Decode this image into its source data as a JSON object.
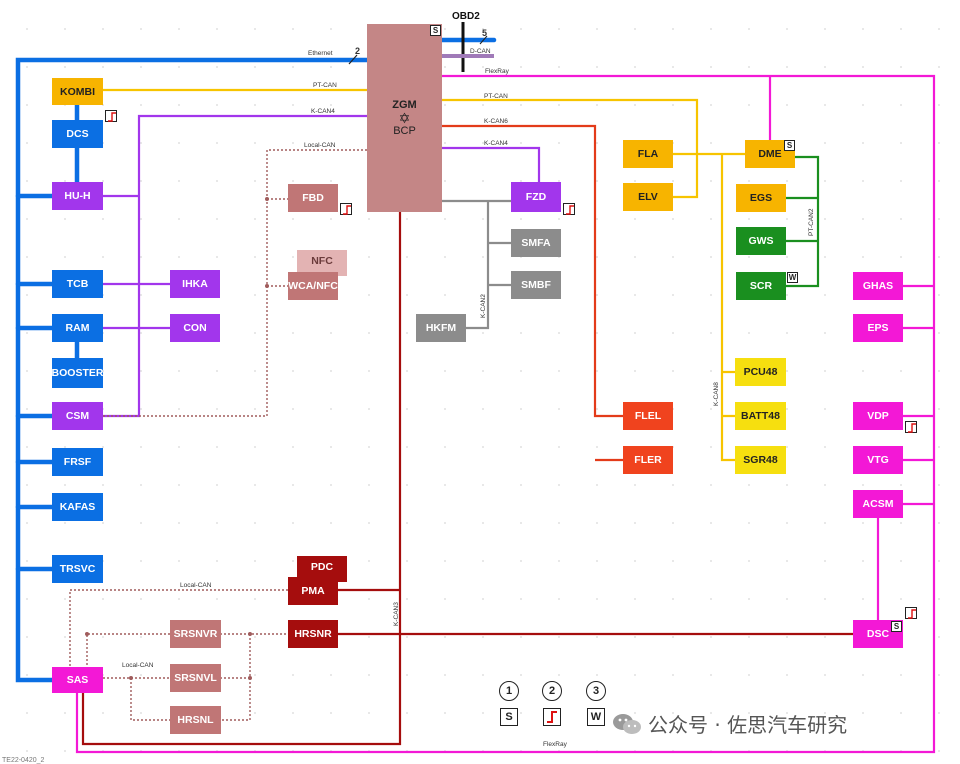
{
  "nodes": {
    "kombi": "KOMBI",
    "dcs": "DCS",
    "huh": "HU-H",
    "tcb": "TCB",
    "ram": "RAM",
    "booster": "BOOSTER",
    "csm": "CSM",
    "frsf": "FRSF",
    "kafas": "KAFAS",
    "trsvc": "TRSVC",
    "sas": "SAS",
    "ihka": "IHKA",
    "con": "CON",
    "fbd": "FBD",
    "nfc": "NFC",
    "wcanfc": "WCA/NFC",
    "zgm_top": "ZGM",
    "zgm_bottom": "BCP",
    "fzd": "FZD",
    "smfa": "SMFA",
    "smbf": "SMBF",
    "hkfm": "HKFM",
    "fla": "FLA",
    "elv": "ELV",
    "dme": "DME",
    "egs": "EGS",
    "gws": "GWS",
    "scr": "SCR",
    "pcu48": "PCU48",
    "batt48": "BATT48",
    "sgr48": "SGR48",
    "flel": "FLEL",
    "fler": "FLER",
    "ghas": "GHAS",
    "eps": "EPS",
    "vdp": "VDP",
    "vtg": "VTG",
    "acsm": "ACSM",
    "dsc": "DSC",
    "pdc": "PDC",
    "pma": "PMA",
    "hrsnr": "HRSNR",
    "srsnvr": "SRSNVR",
    "srsnvl": "SRSNVL",
    "hrsnl": "HRSNL"
  },
  "bus_labels": {
    "ethernet": "Ethernet",
    "ethernet_num": "2",
    "obd2": "OBD2",
    "obd2_num": "5",
    "dcan": "D-CAN",
    "flexray_top": "FlexRay",
    "ptcan_kombi": "PT-CAN",
    "kcan4_left": "K-CAN4",
    "localcan_top": "Local-CAN",
    "ptcan_right": "PT-CAN",
    "kcan6": "K-CAN6",
    "kcan4_right": "K-CAN4",
    "kcan2": "K-CAN2",
    "ptcan2": "PT-CAN2",
    "kcan8": "K-CAN8",
    "kcan3": "K-CAN3",
    "localcan_pma": "Local-CAN",
    "localcan_srs": "Local-CAN",
    "flexray_bottom": "FlexRay"
  },
  "markers": {
    "s": "S",
    "w": "W"
  },
  "legend": [
    {
      "num": "1",
      "symbol": "S"
    },
    {
      "num": "2",
      "symbol": "step"
    },
    {
      "num": "3",
      "symbol": "W"
    }
  ],
  "watermark": "公众号 · 佐思汽车研究",
  "footer_code": "TE22-0420_2",
  "colors": {
    "ethernet": "#0b6fe3",
    "ptcan": "#f7c400",
    "kcan4": "#a236ec",
    "flexray": "#f318d6",
    "kcan6": "#e33b1a",
    "kcan2": "#8c8c8c",
    "ptcan2": "#1a8f1f",
    "kcan3": "#a50d0d",
    "local_can": "#a05c5c",
    "dcan": "#a07ab8"
  }
}
